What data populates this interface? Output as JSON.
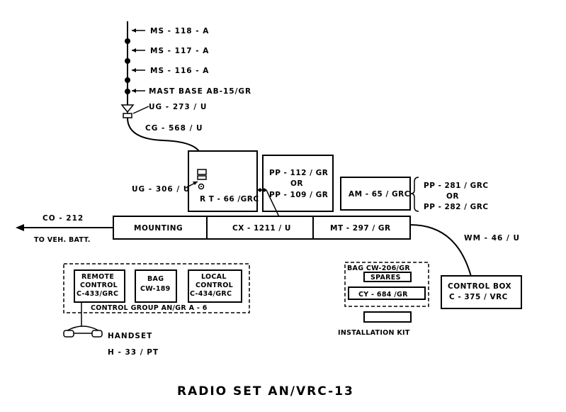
{
  "title": "RADIO SET AN/VRC-13",
  "mast": {
    "ms118": "MS - 118 - A",
    "ms117": "MS - 117 - A",
    "ms116": "MS - 116 - A",
    "mastbase": "MAST BASE  AB-15/GR",
    "ug273": "UG - 273 / U",
    "cg568": "CG - 568 / U"
  },
  "rt": {
    "label": "R T - 66 /GRC",
    "ug306": "UG - 306 / U"
  },
  "pp": {
    "line1": "PP - 112 / GR",
    "line2": "OR",
    "line3": "PP - 109 / GR"
  },
  "am": {
    "label": "AM - 65 / GRC",
    "opt1": "PP - 281 / GRC",
    "opt_or": "OR",
    "opt2": "PP - 282 / GRC"
  },
  "mounting_row": {
    "mounting": "MOUNTING",
    "cx": "CX - 1211 / U",
    "mt": "MT - 297 / GR"
  },
  "battery": {
    "co212": "CO - 212",
    "to_batt": "TO VEH. BATT."
  },
  "wm": "WM - 46 / U",
  "control_box": {
    "line1": "CONTROL BOX",
    "line2": "C - 375 / VRC"
  },
  "control_group": {
    "remote1": "REMOTE",
    "remote2": "CONTROL",
    "remote3": "C-433/GRC",
    "bag1": "BAG",
    "bag2": "CW-189",
    "local1": "LOCAL",
    "local2": "CONTROL",
    "local3": "C-434/GRC",
    "label": "CONTROL  GROUP AN/GR A - 6"
  },
  "handset": {
    "line1": "HANDSET",
    "line2": "H - 33 / PT"
  },
  "spares_group": {
    "bag": "BAG CW-206/GR",
    "spares": "SPARES",
    "cy": "CY - 684 /GR",
    "install": "INSTALLATION  KIT"
  }
}
